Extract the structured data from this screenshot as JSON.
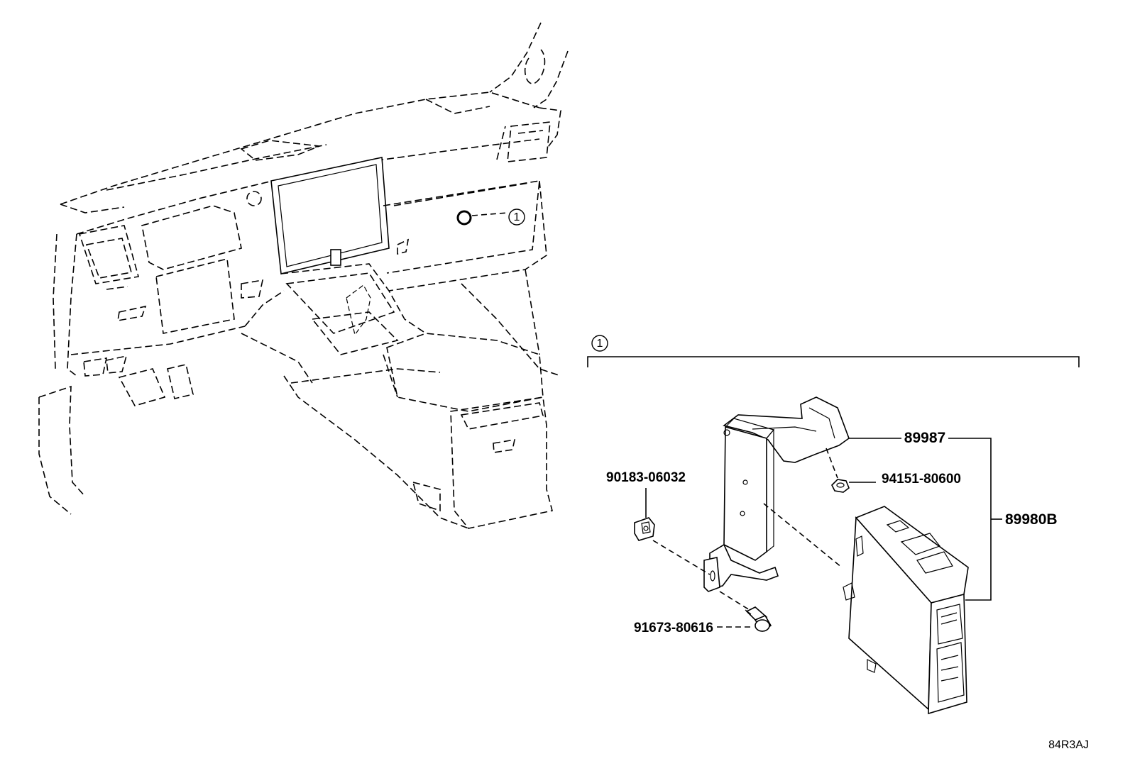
{
  "diagram": {
    "reference_mark": "1",
    "group_mark": "1",
    "drawing_code": "84R3AJ",
    "parts": {
      "clip_nut": "90183-06032",
      "bracket": "89987",
      "nut": "94151-80600",
      "ecu": "89980B",
      "bolt": "91673-80616"
    }
  }
}
